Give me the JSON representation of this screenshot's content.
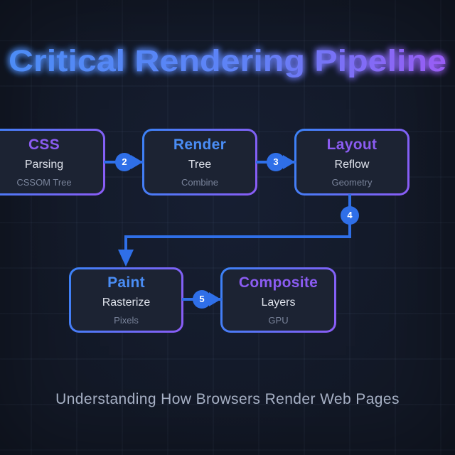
{
  "title": "Critical Rendering Pipeline",
  "subtitle": "Understanding How Browsers Render Web Pages",
  "colors": {
    "background": "#131927",
    "node_fill": "#1c2333",
    "border_blue": "#3b82f6",
    "border_purple": "#8b5cf6",
    "accent_blue": "#4a8df5",
    "accent_purple": "#8b5cf2",
    "connector_blue": "#2f6fe8",
    "text_primary": "#dfe3ec",
    "text_muted": "#79839a",
    "subtitle_color": "#a7b1c5",
    "title_gradient_start": "#4d8cf6",
    "title_gradient_end": "#9a5cf5"
  },
  "nodes": [
    {
      "title": "CSS",
      "line2": "Parsing",
      "line3": "CSSOM Tree",
      "accent": "purple"
    },
    {
      "title": "Render",
      "line2": "Tree",
      "line3": "Combine",
      "accent": "blue"
    },
    {
      "title": "Layout",
      "line2": "Reflow",
      "line3": "Geometry",
      "accent": "purple"
    },
    {
      "title": "Paint",
      "line2": "Rasterize",
      "line3": "Pixels",
      "accent": "blue"
    },
    {
      "title": "Composite",
      "line2": "Layers",
      "line3": "GPU",
      "accent": "purple"
    }
  ],
  "badges": {
    "step2": "2",
    "step3": "3",
    "step4": "4",
    "step5": "5"
  }
}
